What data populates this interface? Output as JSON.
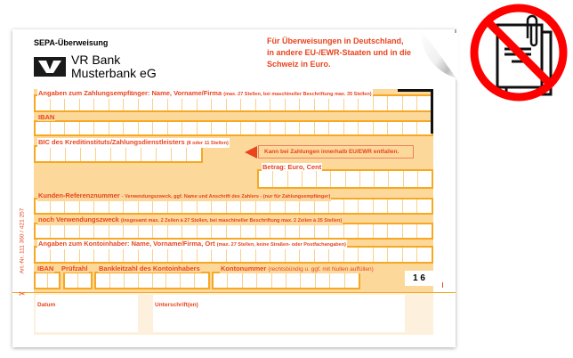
{
  "form": {
    "title": "SEPA-Überweisung",
    "bank_line1": "VR Bank",
    "bank_line2": "Musterbank eG",
    "notice": [
      "Für Überweisungen in Deutschland,",
      "in andere EU-/EWR-Staaten und in die",
      "Schweiz in Euro."
    ],
    "payee_label": "Angaben zum Zahlungsempfänger: Name, Vorname/Firma",
    "payee_hint": "(max. 27 Stellen, bei maschineller Beschriftung max. 35 Stellen)",
    "iban_label": "IBAN",
    "bic_label": "BIC des Kreditinstituts/Zahlungsdienstleisters",
    "bic_hint": "(8 oder 11 Stellen)",
    "bic_note": "Kann bei Zahlungen innerhalb EU/EWR entfallen.",
    "amount_label": "Betrag: Euro, Cent",
    "ref_label": "Kunden-Referenznummer",
    "ref_hint": "- Verwendungszweck, ggf. Name und Anschrift des Zahlers - (nur für Zahlungsempfänger)",
    "purpose_label": "noch Verwendungszweck",
    "purpose_hint": "(insgesamt max. 2 Zeilen à 27 Stellen, bei maschineller Beschriftung max. 2 Zeilen à 35 Stellen)",
    "holder_label": "Angaben zum Kontoinhaber: Name, Vorname/Firma, Ort",
    "holder_hint": "(max. 27 Stellen, keine Straßen- oder Postfachangaben)",
    "holder_iban": "IBAN",
    "check_digits": "Prüfzahl",
    "bank_code": "Bankleitzahl des Kontoinhabers",
    "account_no": "Kontonummer",
    "account_hint": "(rechtsbündig u. ggf. mit Nullen auffüllen)",
    "code": "1 6",
    "article_no": "Art.-Nr. 111 360 / 421 257",
    "date_label": "Datum",
    "signature_label": "Unterschrift(en)"
  },
  "colors": {
    "orange": "#f7a823",
    "light": "#fcd99b",
    "red": "#e8441e",
    "prohibit": "#ff0000"
  },
  "icons": {
    "prohibited": "no-paper-forms-icon",
    "scissors": "scissors-icon"
  }
}
